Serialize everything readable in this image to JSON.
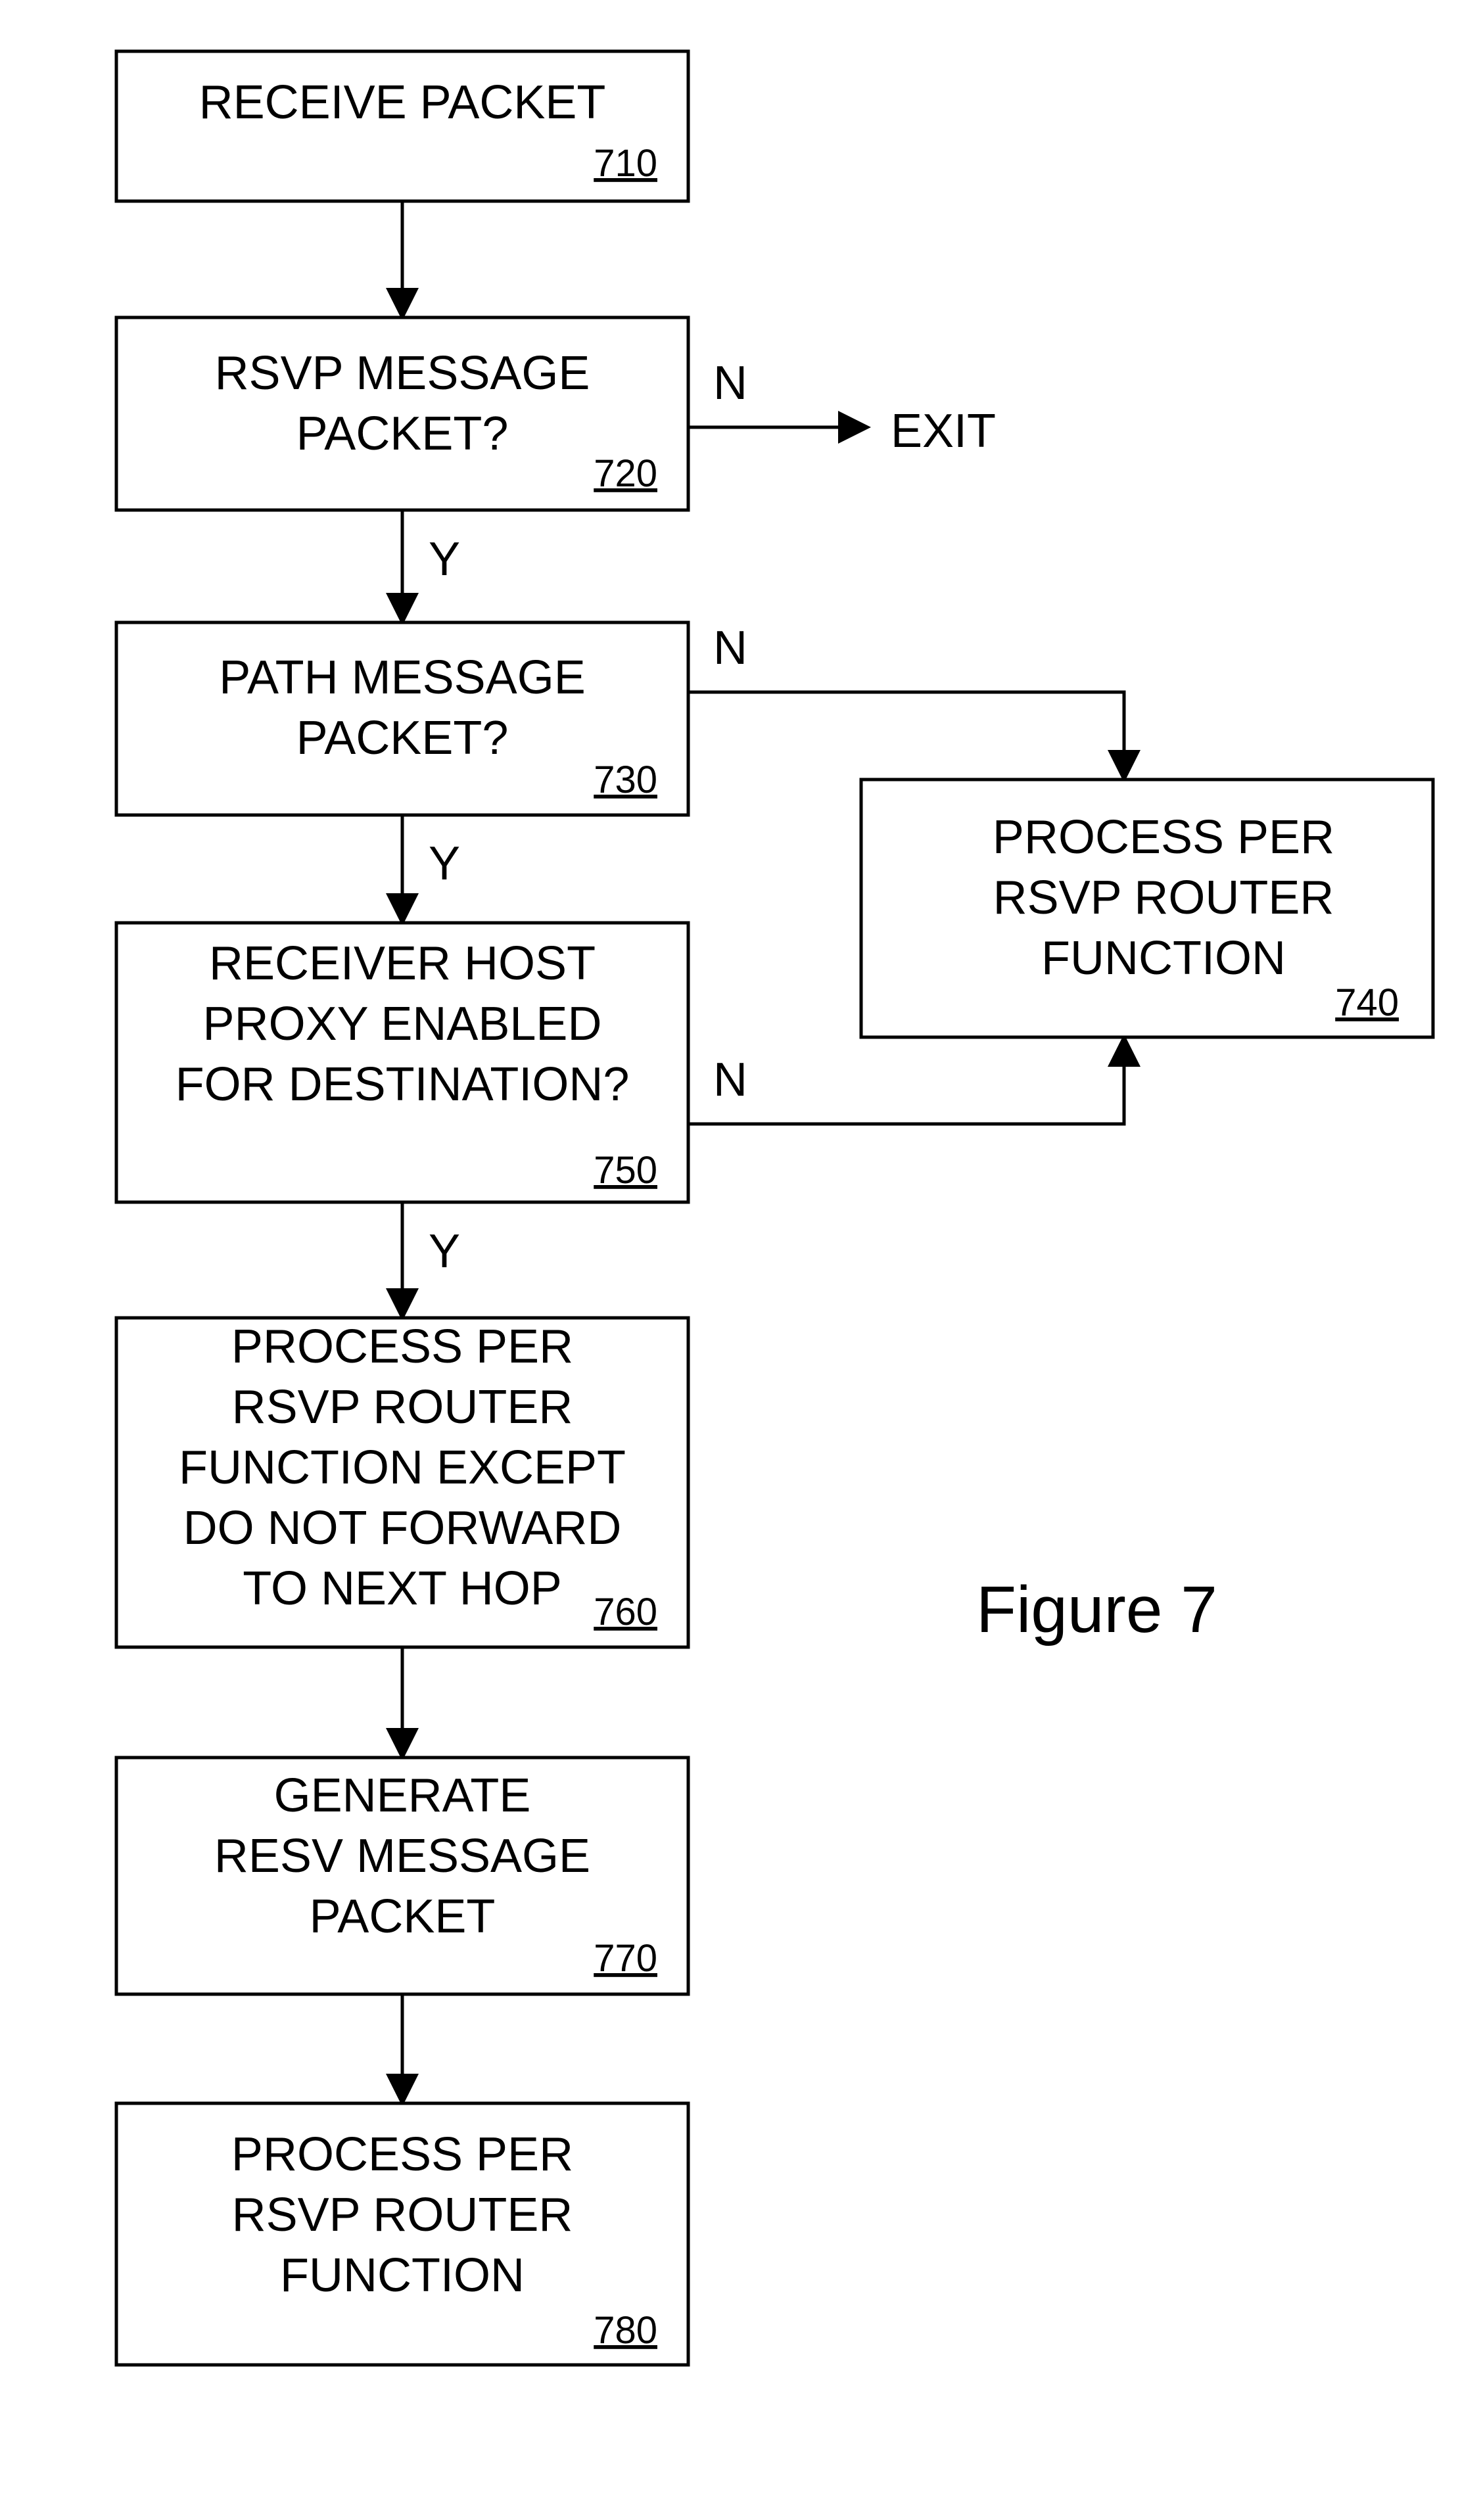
{
  "figure": {
    "caption": "Figure 7"
  },
  "nodes": [
    {
      "id": "710",
      "lines": [
        "RECEIVE PACKET"
      ],
      "ref": "710"
    },
    {
      "id": "720",
      "lines": [
        "RSVP MESSAGE",
        "PACKET?"
      ],
      "ref": "720"
    },
    {
      "id": "730",
      "lines": [
        "PATH MESSAGE",
        "PACKET?"
      ],
      "ref": "730"
    },
    {
      "id": "740",
      "lines": [
        "PROCESS PER",
        "RSVP ROUTER",
        "FUNCTION"
      ],
      "ref": "740"
    },
    {
      "id": "750",
      "lines": [
        "RECEIVER HOST",
        "PROXY ENABLED",
        "FOR DESTINATION?"
      ],
      "ref": "750"
    },
    {
      "id": "760",
      "lines": [
        "PROCESS PER",
        "RSVP ROUTER",
        "FUNCTION EXCEPT",
        "DO NOT FORWARD",
        "TO NEXT HOP"
      ],
      "ref": "760"
    },
    {
      "id": "770",
      "lines": [
        "GENERATE",
        "RESV MESSAGE",
        "PACKET"
      ],
      "ref": "770"
    },
    {
      "id": "780",
      "lines": [
        "PROCESS PER",
        "RSVP ROUTER",
        "FUNCTION"
      ],
      "ref": "780"
    }
  ],
  "terminal": {
    "label": "EXIT"
  },
  "edges": [
    {
      "from": "710",
      "to": "720",
      "label": ""
    },
    {
      "from": "720",
      "to": "exit",
      "label": "N"
    },
    {
      "from": "720",
      "to": "730",
      "label": "Y"
    },
    {
      "from": "730",
      "to": "740",
      "label": "N"
    },
    {
      "from": "730",
      "to": "750",
      "label": "Y"
    },
    {
      "from": "750",
      "to": "740",
      "label": "N"
    },
    {
      "from": "750",
      "to": "760",
      "label": "Y"
    },
    {
      "from": "760",
      "to": "770",
      "label": ""
    },
    {
      "from": "770",
      "to": "780",
      "label": ""
    }
  ]
}
